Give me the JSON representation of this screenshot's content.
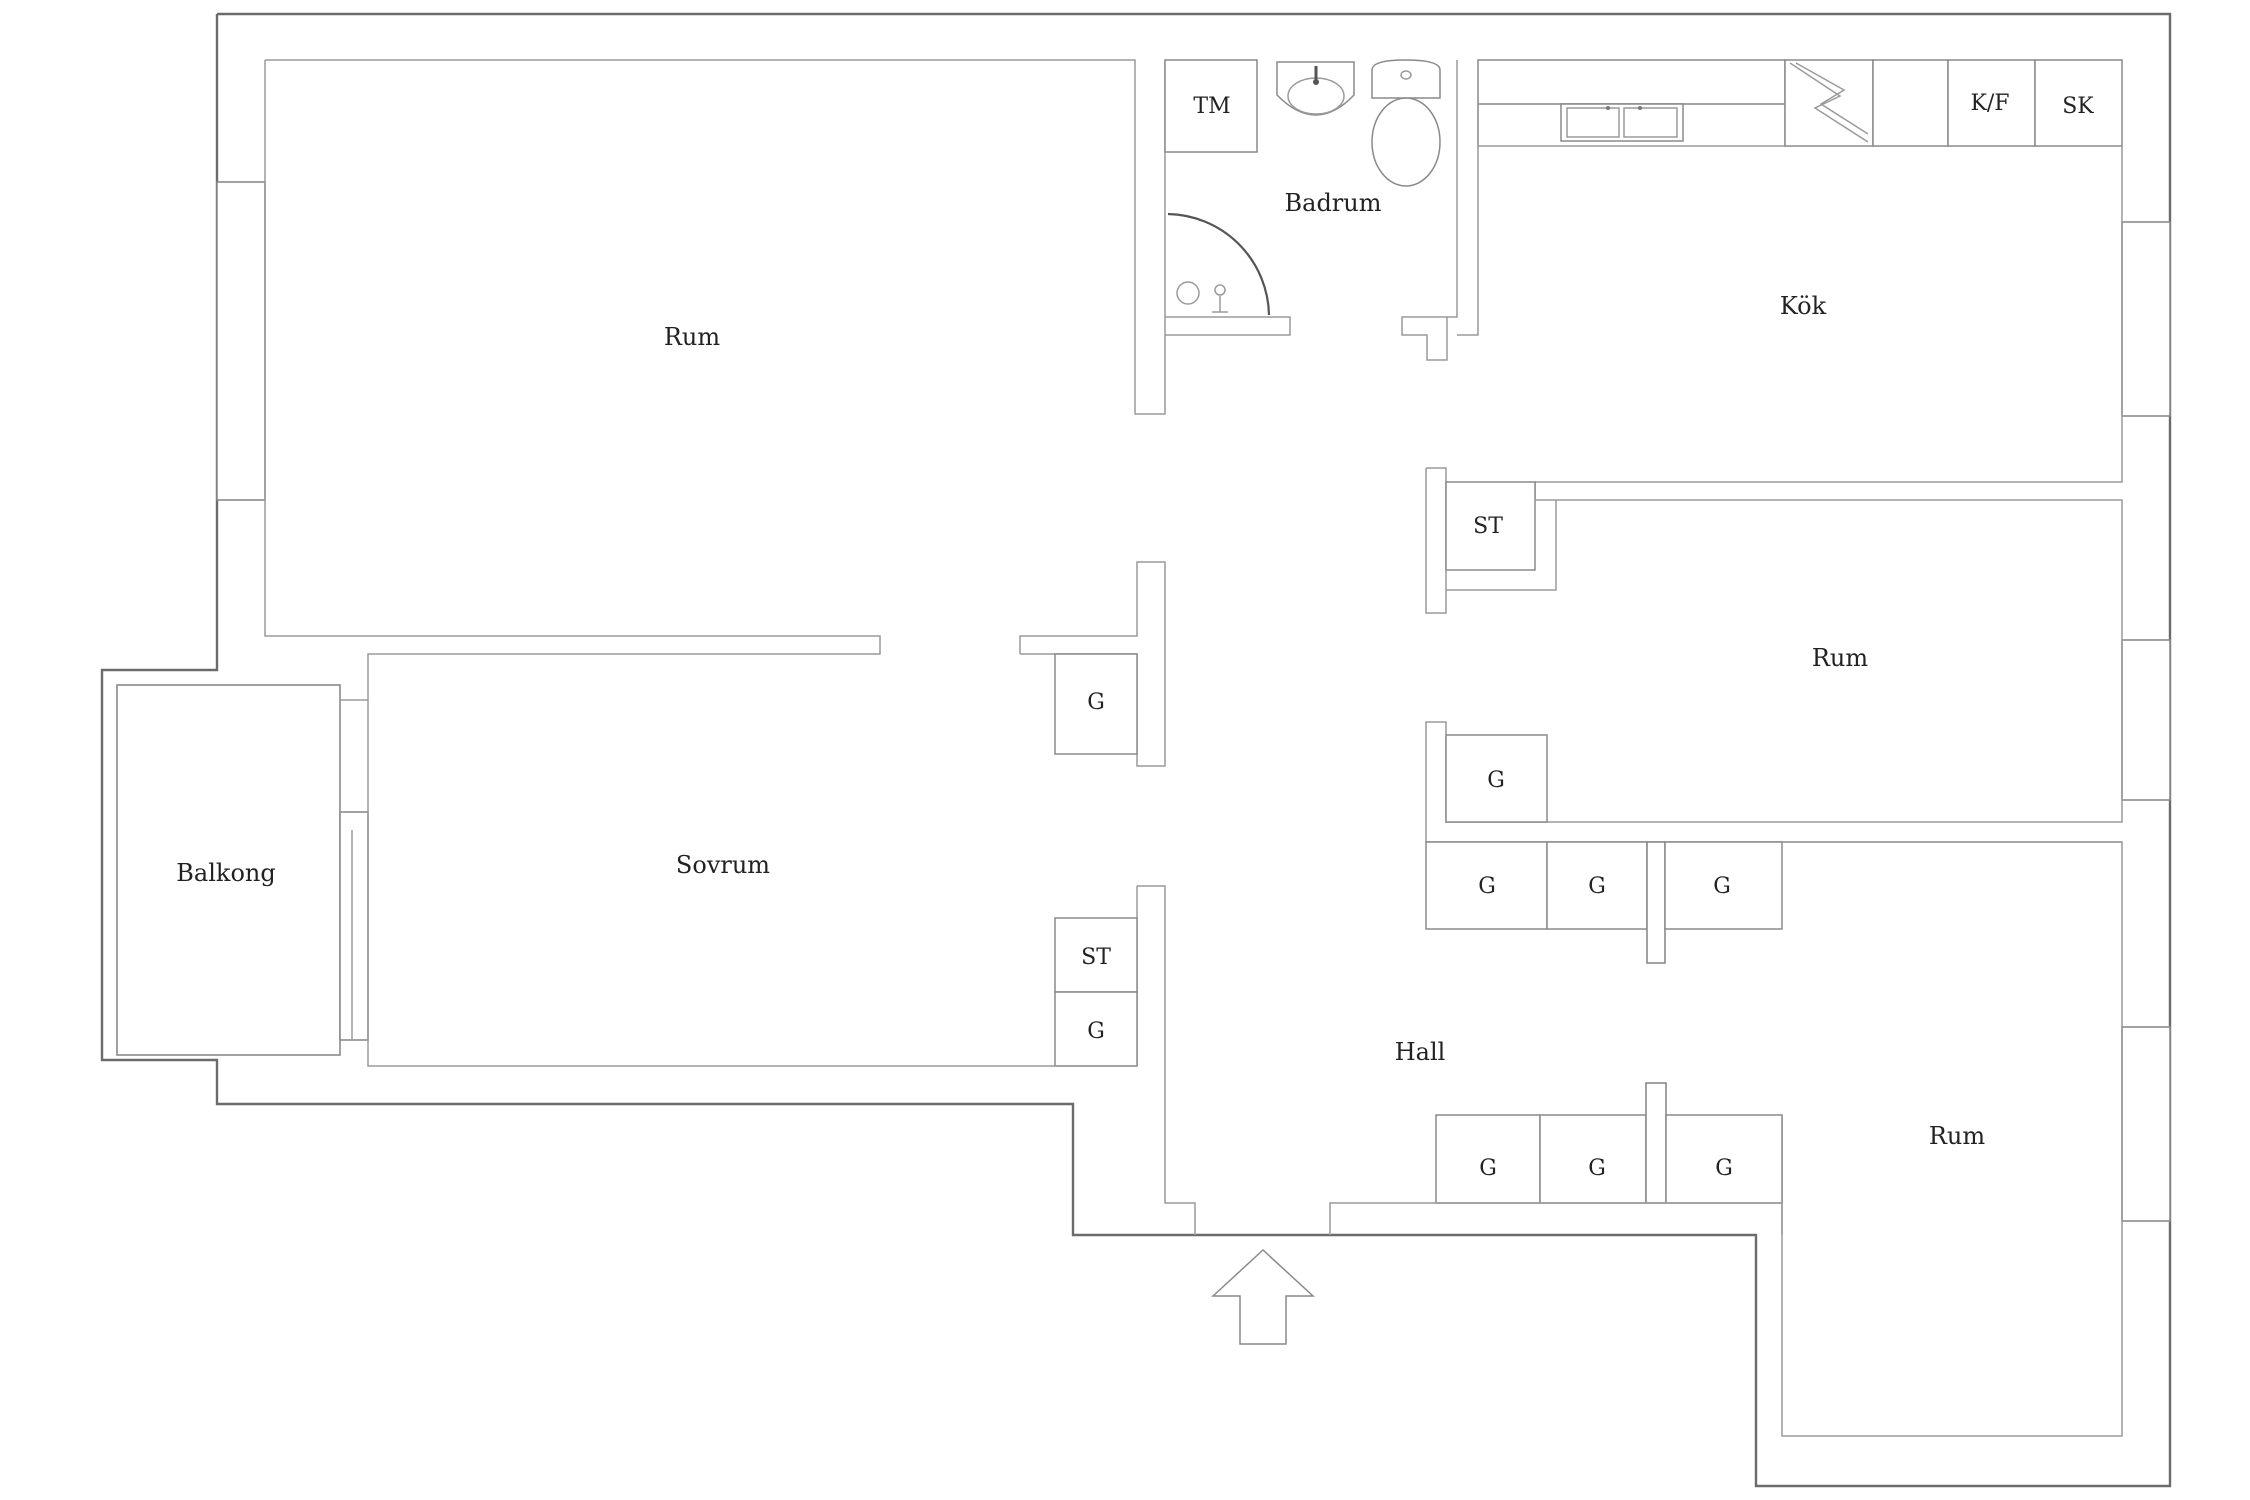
{
  "rooms": {
    "rum_large": "Rum",
    "badrum": "Badrum",
    "kok": "Kök",
    "rum_middle": "Rum",
    "sovrum": "Sovrum",
    "balkong": "Balkong",
    "hall": "Hall",
    "rum_bottom": "Rum"
  },
  "fixtures": {
    "tm": "TM",
    "kf": "K/F",
    "sk": "SK",
    "st_kitchen": "ST",
    "st_hall": "ST",
    "g": "G"
  }
}
